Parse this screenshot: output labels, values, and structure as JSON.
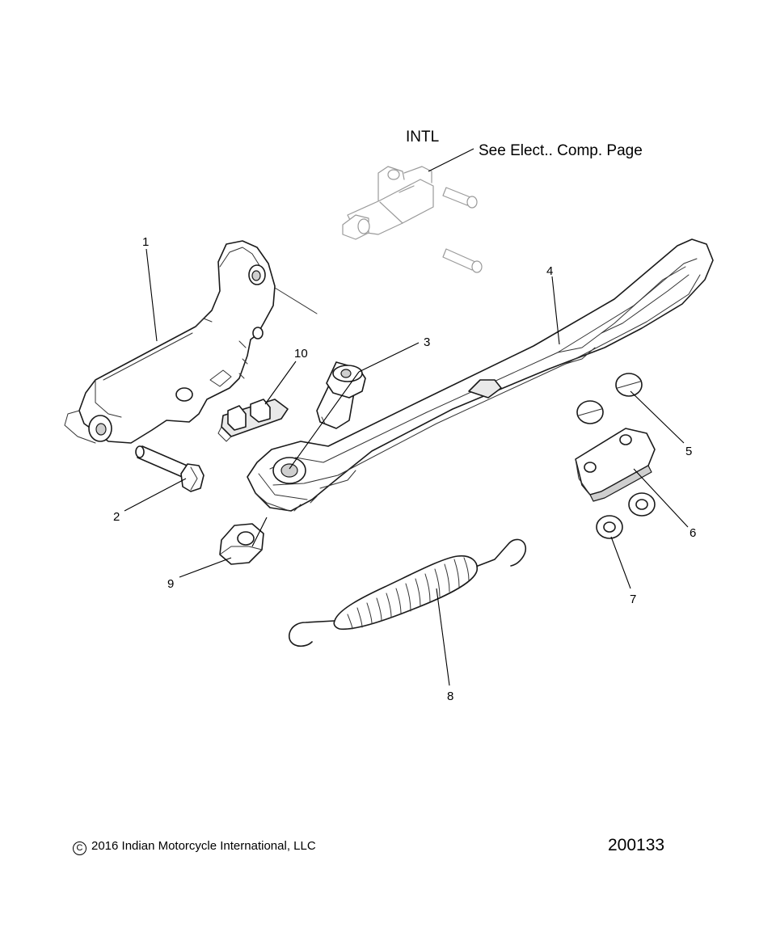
{
  "note": {
    "intl": "INTL",
    "see_page": "See Elect.. Comp. Page"
  },
  "callouts": [
    "1",
    "2",
    "3",
    "4",
    "5",
    "6",
    "7",
    "8",
    "9",
    "10"
  ],
  "footer": {
    "copyright": "2016 Indian Motorcycle International, LLC",
    "drawing_number": "200133"
  }
}
